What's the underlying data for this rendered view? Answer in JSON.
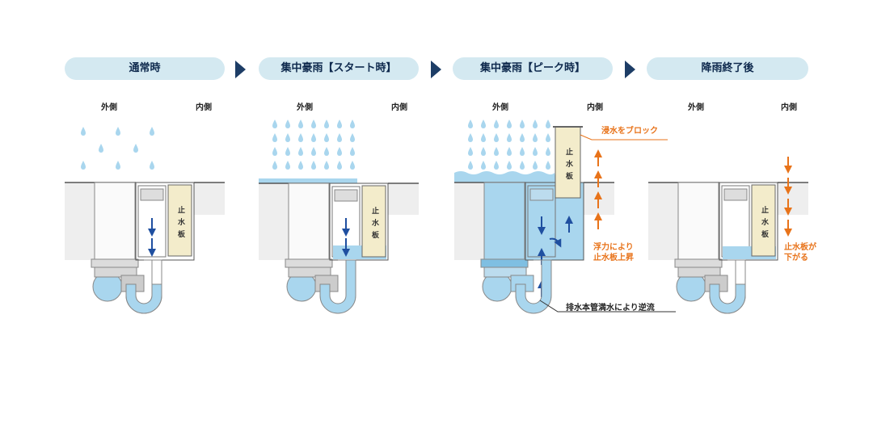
{
  "stages": [
    {
      "title": "通常時",
      "outside": "外側",
      "inside": "内側",
      "board": "止水板"
    },
    {
      "title": "集中豪雨【スタート時】",
      "outside": "外側",
      "inside": "内側",
      "board": "止水板"
    },
    {
      "title": "集中豪雨【ピーク時】",
      "outside": "外側",
      "inside": "内側",
      "board": "止水板"
    },
    {
      "title": "降雨終了後",
      "outside": "外側",
      "inside": "内側",
      "board": "止水板"
    }
  ],
  "annotations": {
    "block": "浸水をブロック",
    "rise_1": "浮力により",
    "rise_2": "止水板上昇",
    "backflow": "排水本管満水により逆流",
    "lower_1": "止水板が",
    "lower_2": "下がる"
  },
  "colors": {
    "pill_bg": "#d4e9f1",
    "title_text": "#0f2a4e",
    "chevron": "#1d3d66",
    "water": "#a9d6ee",
    "water_dark": "#7fbfe2",
    "board": "#f3eccb",
    "accent_orange": "#e8731a",
    "arrow_blue": "#1f4fa0"
  }
}
